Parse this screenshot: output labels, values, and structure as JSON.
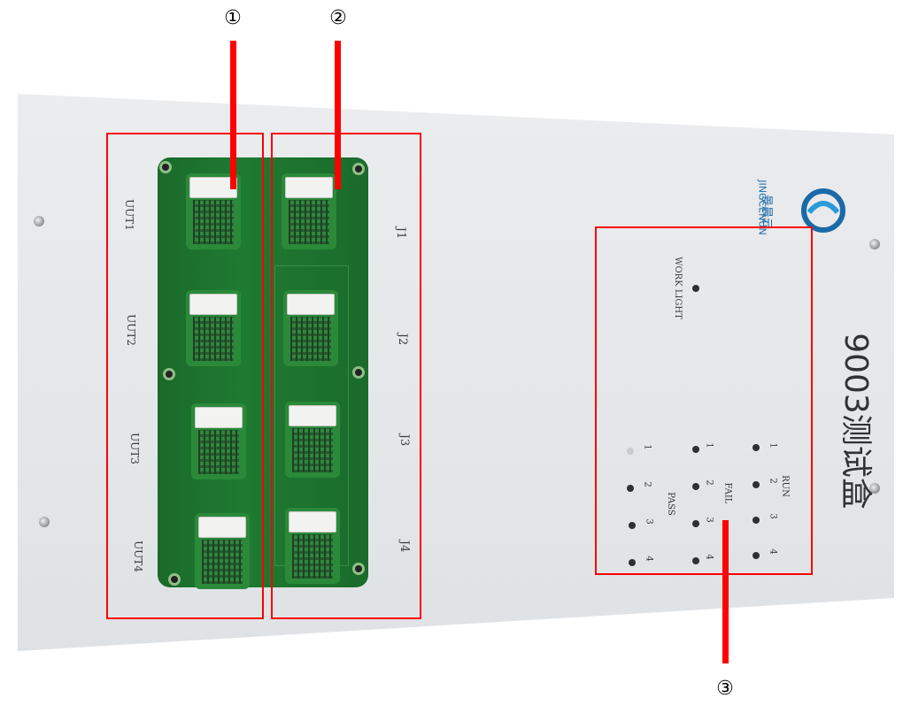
{
  "callouts": [
    "①",
    "②",
    "③"
  ],
  "uut_labels": [
    "UUT1",
    "UUT2",
    "UUT3",
    "UUT4"
  ],
  "j_labels": [
    "J1",
    "J2",
    "J3",
    "J4"
  ],
  "work_light_label": "WORK LIGHT",
  "run_label": "RUN",
  "fail_label": "FAIL",
  "pass_label": "PASS",
  "led_numbers": [
    "1",
    "2",
    "3",
    "4"
  ],
  "device_title": "9003测试盒",
  "brand": {
    "name_cn": "景晨云",
    "name_en": "JINGCENUN"
  },
  "colors": {
    "annotation": "#ff0000",
    "pcb": "#1f7a31",
    "panel": "#e6e8eb",
    "brand": "#1a6aa8"
  }
}
